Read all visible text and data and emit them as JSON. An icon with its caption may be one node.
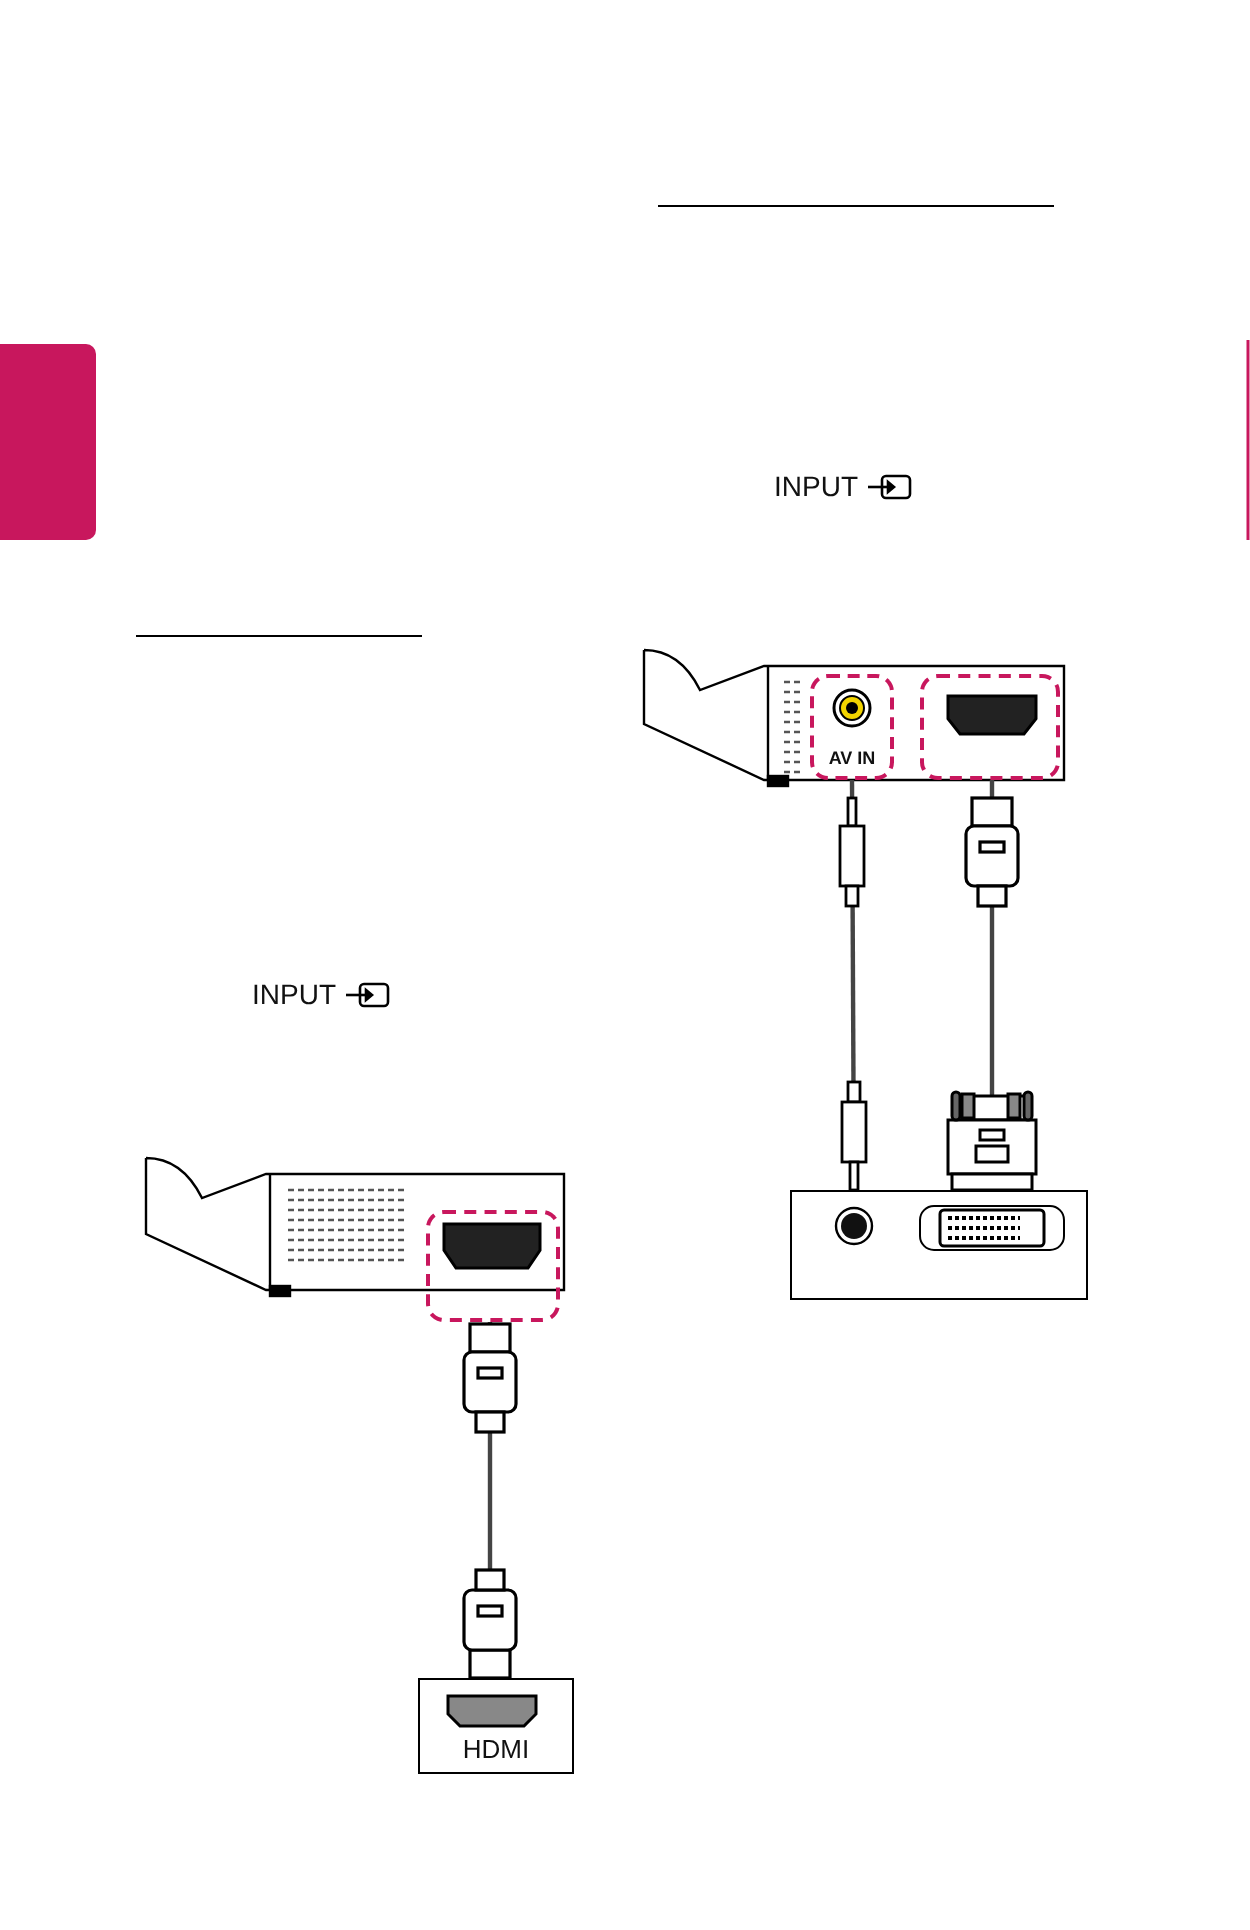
{
  "diagram": {
    "nodes": [
      {
        "text": [],
        "shape": "box"
      },
      {
        "text": [
          "HDMI"
        ]
      },
      {
        "text": [
          "AV IN"
        ]
      },
      {
        "text": [],
        "shape": "box"
      },
      {
        "text": [],
        "shape": "box"
      },
      {
        "text": [],
        "shape": "bar"
      }
    ],
    "edges": [
      {
        "from": 0,
        "to": 1,
        "arrow": "none"
      },
      {
        "from": 2,
        "to": 4,
        "arrow": "none"
      },
      {
        "from": 3,
        "to": 4,
        "arrow": "none"
      }
    ],
    "labels": [
      "INPUT",
      "INPUT"
    ]
  }
}
